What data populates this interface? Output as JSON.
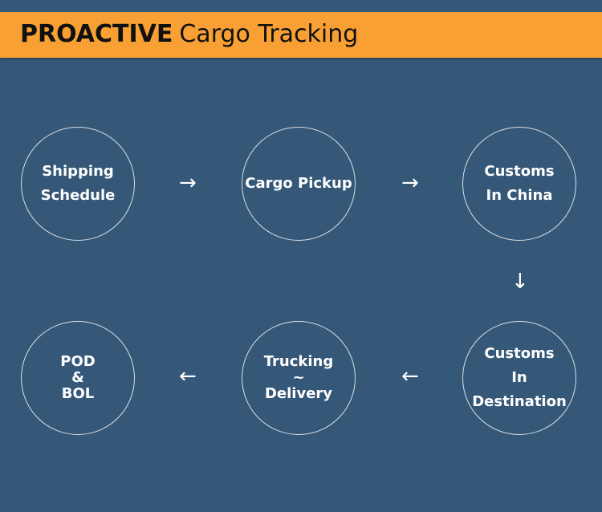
{
  "header": {
    "title_bold": "PROACTIVE",
    "title_rest": "Cargo Tracking",
    "background_color": "#f9a034"
  },
  "background_color": "#365878",
  "steps": [
    {
      "lines": [
        "Shipping",
        "Schedule"
      ]
    },
    {
      "lines": [
        "Cargo Pickup"
      ]
    },
    {
      "lines": [
        "Customs",
        "In China"
      ]
    },
    {
      "lines": [
        "Customs",
        "In",
        "Destination"
      ]
    },
    {
      "lines": [
        "Trucking",
        "~",
        "Delivery"
      ]
    },
    {
      "lines": [
        "POD",
        "&",
        "BOL"
      ]
    }
  ],
  "arrows": {
    "a1": "→",
    "a2": "→",
    "a3": "↓",
    "a4": "←",
    "a5": "←"
  }
}
